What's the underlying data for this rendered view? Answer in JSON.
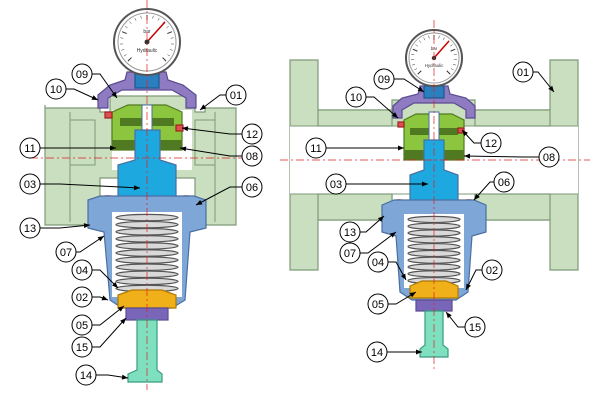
{
  "diagram": {
    "colors": {
      "body_green": "#c9dfc0",
      "body_edge": "#7e9a78",
      "bonnet_purple": "#8e7bc2",
      "bonnet_edge": "#5b4b8f",
      "casing_blue": "#7ea6d6",
      "casing_edge": "#4a6fa0",
      "stem_cyan": "#1ea8e0",
      "seal_green": "#8cc63f",
      "seal_dark": "#4f7a21",
      "seat_orange": "#f0b01a",
      "adjust_screw": "#7fe0c0",
      "nut_purple": "#7a66b8",
      "gauge_blue": "#2c7fbf",
      "oring_red": "#e05050",
      "centerline": "#e02020",
      "leader": "#000000"
    },
    "gauge": {
      "dial_text": "bar",
      "brand_text": "Hydraulic"
    },
    "left_valve": {
      "callouts": [
        {
          "id": "09"
        },
        {
          "id": "10"
        },
        {
          "id": "01"
        },
        {
          "id": "11"
        },
        {
          "id": "12"
        },
        {
          "id": "08"
        },
        {
          "id": "03"
        },
        {
          "id": "06"
        },
        {
          "id": "13"
        },
        {
          "id": "07"
        },
        {
          "id": "04"
        },
        {
          "id": "02"
        },
        {
          "id": "05"
        },
        {
          "id": "15"
        },
        {
          "id": "14"
        }
      ]
    },
    "right_valve": {
      "callouts": [
        {
          "id": "09"
        },
        {
          "id": "01"
        },
        {
          "id": "10"
        },
        {
          "id": "12"
        },
        {
          "id": "11"
        },
        {
          "id": "08"
        },
        {
          "id": "03"
        },
        {
          "id": "06"
        },
        {
          "id": "13"
        },
        {
          "id": "07"
        },
        {
          "id": "04"
        },
        {
          "id": "02"
        },
        {
          "id": "05"
        },
        {
          "id": "15"
        },
        {
          "id": "14"
        }
      ]
    }
  }
}
